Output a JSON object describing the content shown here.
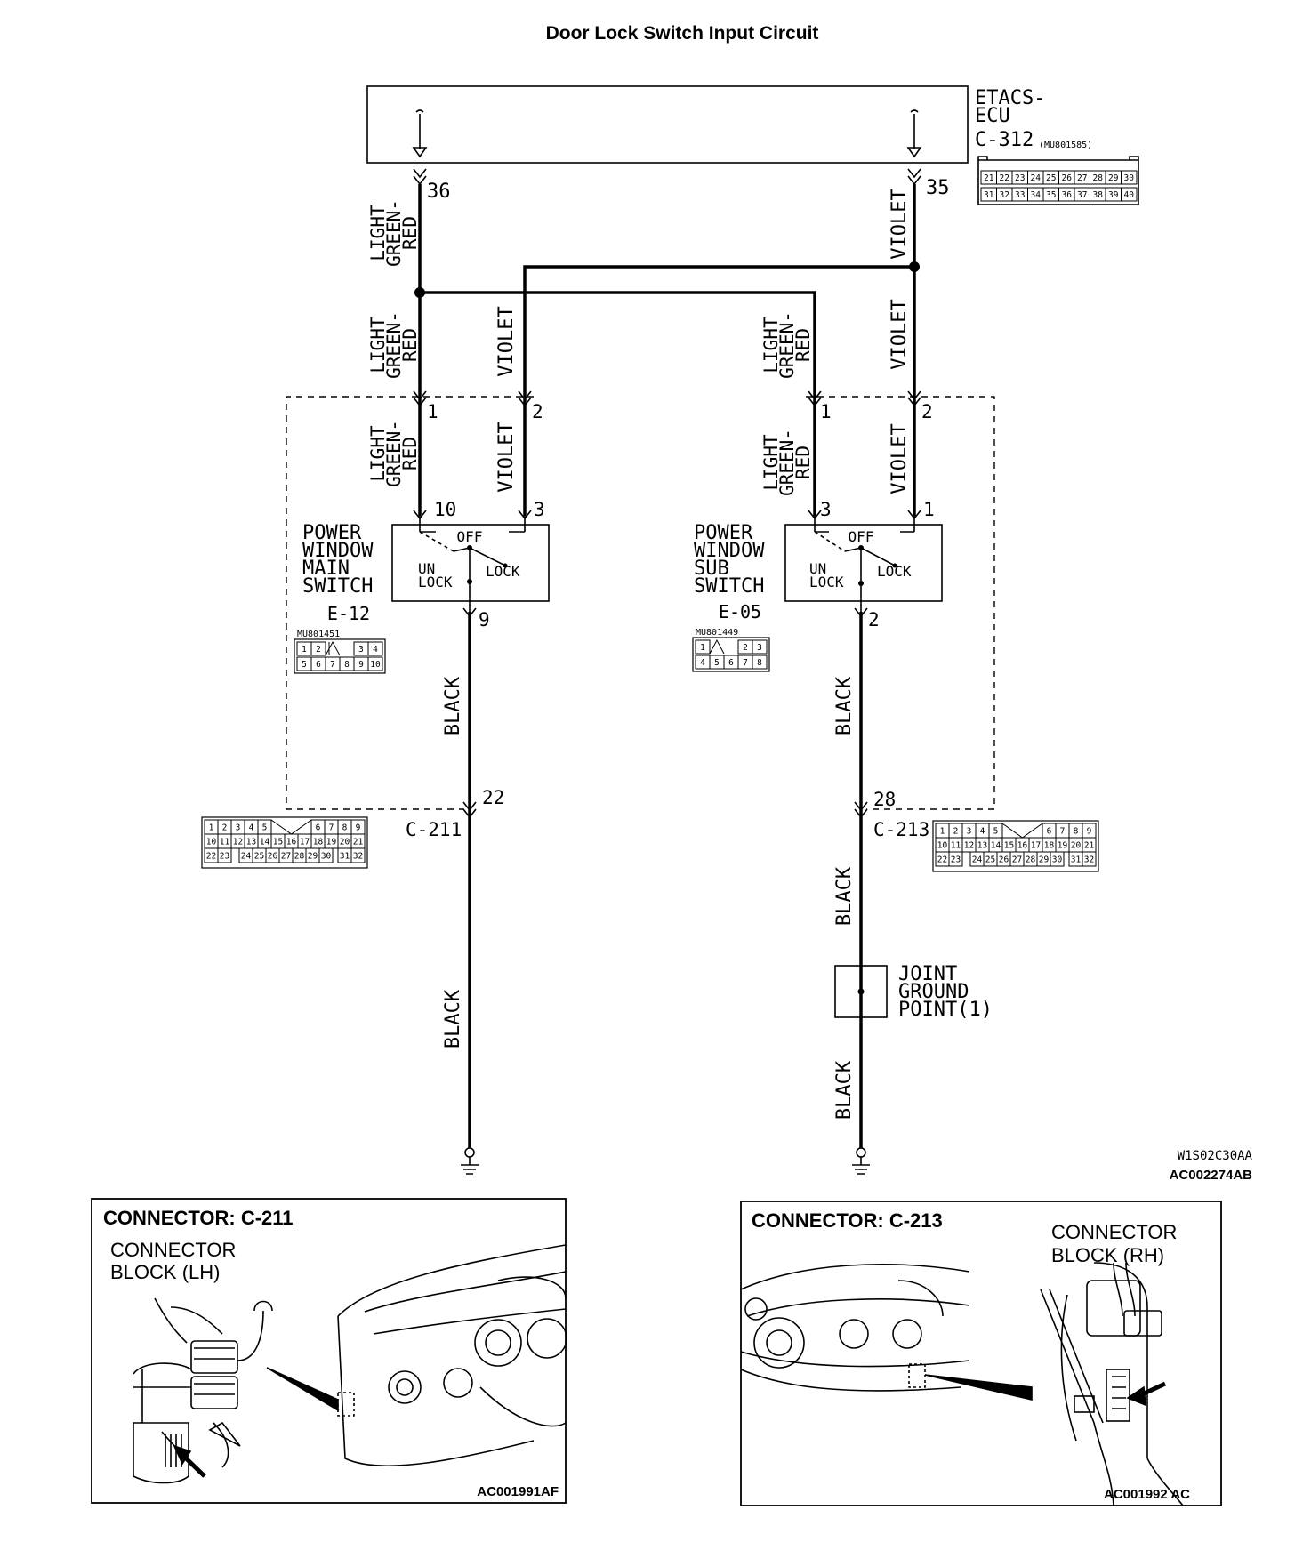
{
  "title": "Door Lock Switch Input Circuit",
  "ecu": {
    "name_line1": "ETACS-",
    "name_line2": "ECU",
    "connector": "C-312",
    "part_no": "(MU801585)",
    "pin_left": "36",
    "pin_right": "35",
    "pins_row1": [
      "21",
      "22",
      "23",
      "24",
      "25",
      "26",
      "27",
      "28",
      "29",
      "30"
    ],
    "pins_row2": [
      "31",
      "32",
      "33",
      "34",
      "35",
      "36",
      "37",
      "38",
      "39",
      "40"
    ]
  },
  "wires": {
    "lgr_line1": "LIGHT",
    "lgr_line2": "GREEN-",
    "lgr_line3": "RED",
    "violet": "VIOLET",
    "black": "BLACK"
  },
  "main_switch": {
    "line1": "POWER",
    "line2": "WINDOW",
    "line3": "MAIN",
    "line4": "SWITCH",
    "connector": "E-12",
    "part_no": "MU801451",
    "pin_lgr": "10",
    "pin_violet": "3",
    "pin_ground": "9",
    "pins_row1": [
      "1",
      "2",
      "3",
      "4"
    ],
    "pins_row2": [
      "5",
      "6",
      "7",
      "8",
      "9",
      "10"
    ]
  },
  "sub_switch": {
    "line1": "POWER",
    "line2": "WINDOW",
    "line3": "SUB",
    "line4": "SWITCH",
    "connector": "E-05",
    "part_no": "MU801449",
    "pin_lgr": "3",
    "pin_violet": "1",
    "pin_ground": "2",
    "pins_row1": [
      "1",
      "2",
      "3"
    ],
    "pins_row2": [
      "4",
      "5",
      "6",
      "7",
      "8"
    ]
  },
  "switch_labels": {
    "off": "OFF",
    "unlock_1": "UN",
    "unlock_2": "LOCK",
    "lock": "LOCK"
  },
  "harness_pins": {
    "left_top_1": "1",
    "left_top_2": "2",
    "right_top_1": "1",
    "right_top_2": "2"
  },
  "c211": {
    "label": "C-211",
    "pin": "22",
    "row1": [
      "1",
      "2",
      "3",
      "4",
      "5",
      "6",
      "7",
      "8",
      "9"
    ],
    "row2": [
      "10",
      "11",
      "12",
      "13",
      "14",
      "15",
      "16",
      "17",
      "18",
      "19",
      "20",
      "21"
    ],
    "row3": [
      "22",
      "23",
      "24",
      "25",
      "26",
      "27",
      "28",
      "29",
      "30",
      "31",
      "32"
    ]
  },
  "c213": {
    "label": "C-213",
    "pin": "28",
    "row1": [
      "1",
      "2",
      "3",
      "4",
      "5",
      "6",
      "7",
      "8",
      "9"
    ],
    "row2": [
      "10",
      "11",
      "12",
      "13",
      "14",
      "15",
      "16",
      "17",
      "18",
      "19",
      "20",
      "21"
    ],
    "row3": [
      "22",
      "23",
      "24",
      "25",
      "26",
      "27",
      "28",
      "29",
      "30",
      "31",
      "32"
    ]
  },
  "joint": {
    "line1": "JOINT",
    "line2": "GROUND",
    "line3": "POINT(1)"
  },
  "figure_codes": {
    "code1": "W1S02C30AA",
    "code2": "AC002274AB"
  },
  "panel_left": {
    "title": "CONNECTOR: C-211",
    "label_line1": "CONNECTOR",
    "label_line2": "BLOCK (LH)",
    "code": "AC001991AF"
  },
  "panel_right": {
    "title": "CONNECTOR: C-213",
    "label_line1": "CONNECTOR",
    "label_line2": "BLOCK (RH)",
    "code": "AC001992 AC"
  }
}
